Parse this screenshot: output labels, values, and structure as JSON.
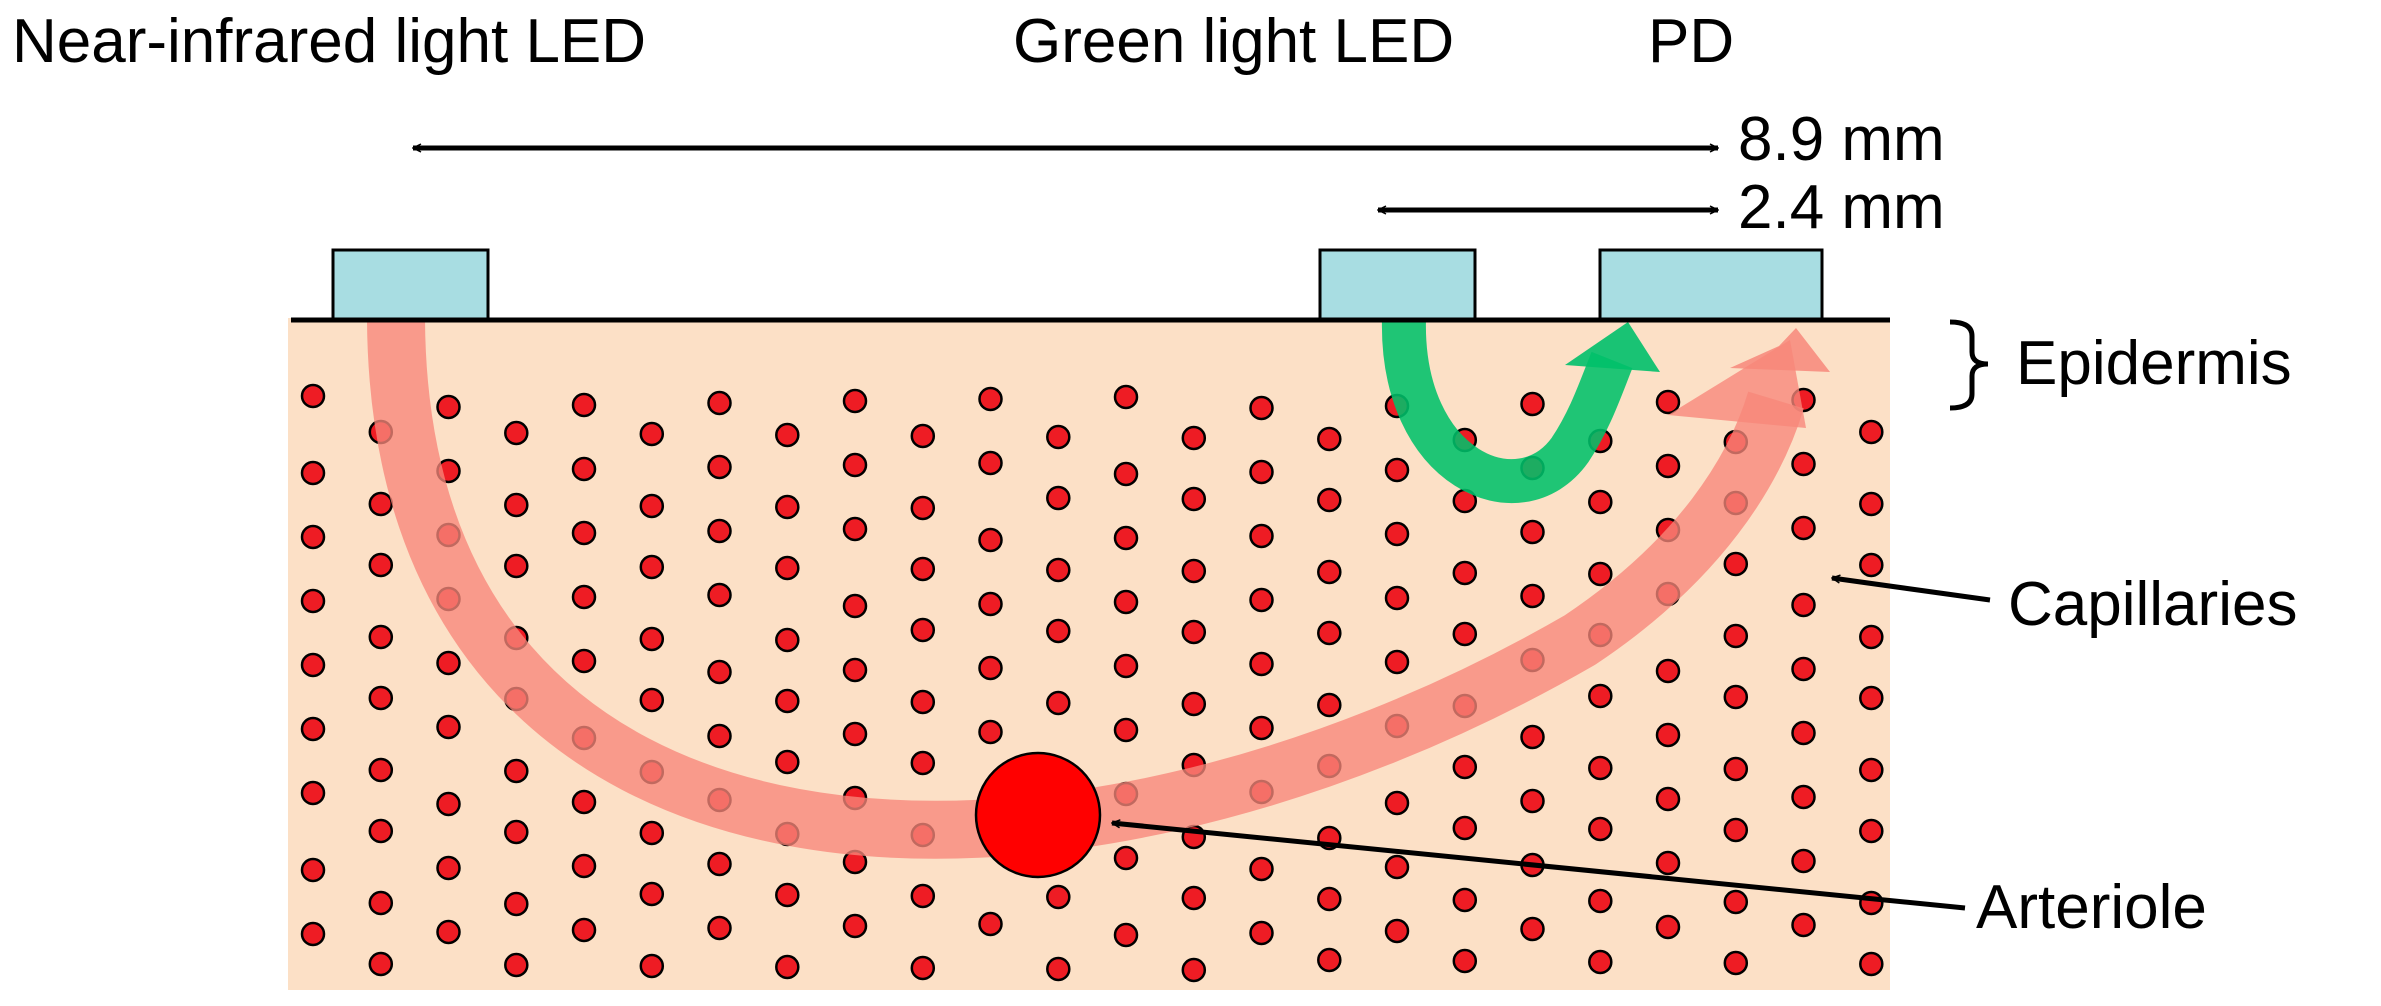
{
  "labels": {
    "nir_led": "Near-infrared light LED",
    "green_led": "Green light LED",
    "pd": "PD",
    "dist_long": "8.9 mm",
    "dist_short": "2.4 mm",
    "epidermis": "Epidermis",
    "capillaries": "Capillaries",
    "arteriole": "Arteriole"
  },
  "colors": {
    "tissue": "#fce0c6",
    "sensor": "#a8dde2",
    "capillary": "#ee1c24",
    "arteriole": "#ff0000",
    "nir_path": "#f7877a",
    "green_path": "#00c06a"
  }
}
